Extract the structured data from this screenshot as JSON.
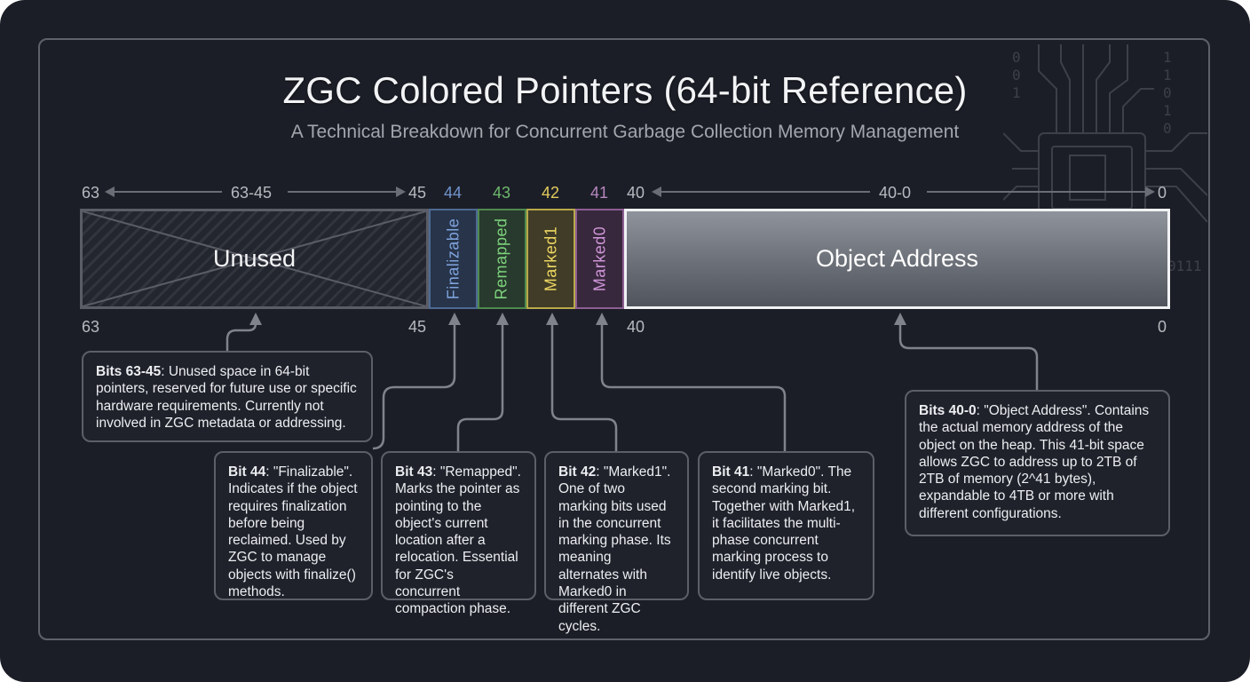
{
  "title": "ZGC Colored Pointers (64-bit Reference)",
  "subtitle": "A Technical Breakdown for Concurrent Garbage Collection Memory Management",
  "colors": {
    "background": "#1c1e27",
    "finalizable": "#7ea3dc",
    "remapped": "#7dd37d",
    "marked1": "#eed763",
    "marked0": "#cf96d8",
    "object_address": "#6e727a"
  },
  "top_labels": {
    "unused_start": "63",
    "unused_range": "63-45",
    "unused_end": "45",
    "bit44": "44",
    "bit43": "43",
    "bit42": "42",
    "bit41": "41",
    "addr_start": "40",
    "addr_range": "40-0",
    "addr_end": "0"
  },
  "bottom_labels": {
    "unused_start": "63",
    "unused_end": "45",
    "addr_start": "40",
    "addr_end": "0"
  },
  "segments": {
    "unused": "Unused",
    "finalizable": "Finalizable",
    "remapped": "Remapped",
    "marked1": "Marked1",
    "marked0": "Marked0",
    "object_address": "Object Address"
  },
  "descriptions": {
    "unused": {
      "heading": "Bits 63-45",
      "text": ": Unused space in 64-bit pointers, reserved for future use or specific hardware requirements. Currently not involved in ZGC metadata or addressing."
    },
    "finalizable": {
      "heading": "Bit 44",
      "text": ": \"Finalizable\". Indicates if the object requires finalization before being reclaimed. Used by ZGC to manage objects with finalize() methods."
    },
    "remapped": {
      "heading": "Bit 43",
      "text": ": \"Remapped\". Marks the pointer as pointing to the object's current location after a relocation. Essential for ZGC's concurrent compaction phase."
    },
    "marked1": {
      "heading": "Bit 42",
      "text": ": \"Marked1\". One of two marking bits used in the concurrent marking phase. Its meaning alternates with Marked0 in different ZGC cycles."
    },
    "marked0": {
      "heading": "Bit 41",
      "text": ": \"Marked0\". The second marking bit. Together with Marked1, it facilitates the multi-phase concurrent marking process to identify live objects."
    },
    "object_address": {
      "heading": "Bits 40-0",
      "text": ": \"Object Address\". Contains the actual memory address of the object on the heap. This 41-bit space allows ZGC to address up to 2TB of 2TB of memory (2^41 bytes), expandable to 4TB or more with different configurations."
    }
  }
}
